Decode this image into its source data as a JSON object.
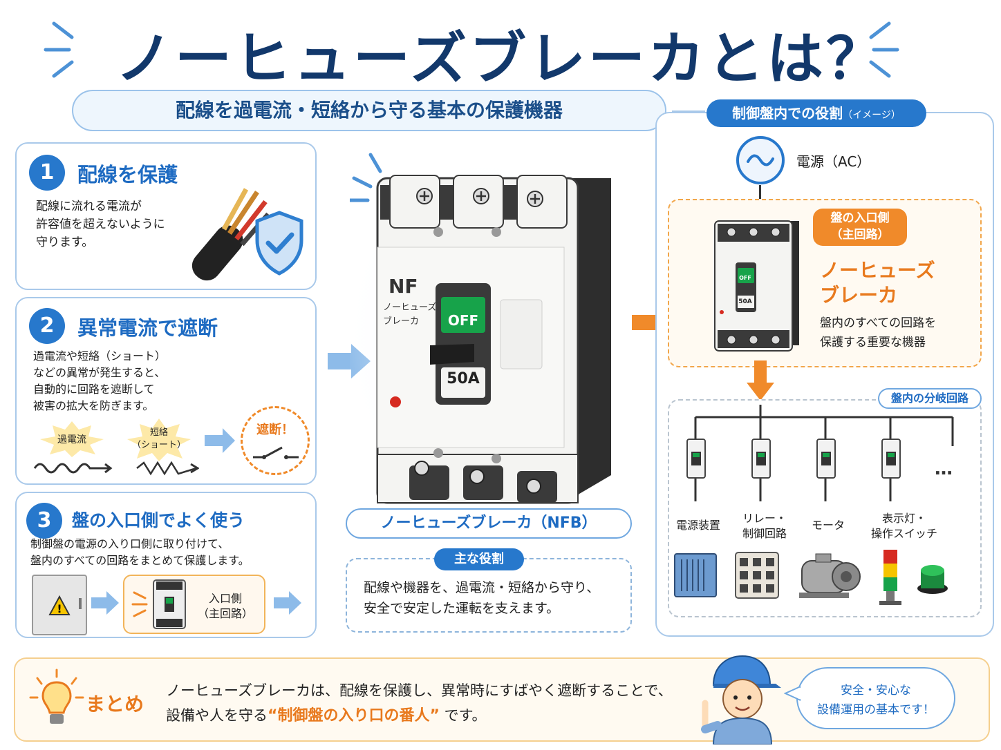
{
  "header": {
    "title": "ノーヒューズブレーカとは？",
    "subtitle": "配線を過電流・短絡から守る基本の保護機器"
  },
  "cards": [
    {
      "number": "1",
      "title": "配線を保護",
      "body": "配線に流れる電流が\n許容値を超えないように\n守ります。"
    },
    {
      "number": "2",
      "title": "異常電流で遮断",
      "body": "過電流や短絡（ショート）\nなどの異常が発生すると、\n自動的に回路を遮断して\n被害の拡大を防ぎます。",
      "badges": {
        "overcurrent": "過電流",
        "short": "短絡\n（ショート）",
        "cutoff": "遮断！"
      }
    },
    {
      "number": "3",
      "title": "盤の入口側でよく使う",
      "body": "制御盤の電源の入り口側に取り付けて、\n盤内のすべての回路をまとめて保護します。",
      "entry_label": "入口側\n（主回路）"
    }
  ],
  "breaker": {
    "brand": "NF",
    "brand_sub": "ノーヒューズ\nブレーカ",
    "switch_label": "OFF",
    "rating": "50A",
    "name_label": "ノーヒューズブレーカ（NFB）",
    "role_title": "主な役割",
    "role_text": "配線や機器を、過電流・短絡から守り、\n安全で安定した運転を支えます。"
  },
  "panel": {
    "header": "制御盤内での役割",
    "header_note": "（イメージ）",
    "power_label": "電源（AC）",
    "inlet_tag": "盤の入口側\n（主回路）",
    "nfb_name": "ノーヒューズ\nブレーカ",
    "nfb_desc": "盤内のすべての回路を\n保護する重要な機器",
    "branch_label": "盤内の分岐回路",
    "branches": [
      "電源装置",
      "リレー・\n制御回路",
      "モータ",
      "表示灯・\n操作スイッチ"
    ],
    "more": "…",
    "mini_off": "OFF",
    "mini_rating": "50A"
  },
  "summary": {
    "label": "まとめ",
    "line1": "ノーヒューズブレーカは、配線を保護し、異常時にすばやく遮断することで、",
    "line2_pre": "設備や人を守る",
    "line2_highlight": "“制御盤の入り口の番人”",
    "line2_post": " です。",
    "bubble": "安全・安心な\n設備運用の基本です！"
  },
  "colors": {
    "navy": "#12386b",
    "blue": "#2778cc",
    "orange": "#e8791d",
    "green": "#17a34a"
  }
}
